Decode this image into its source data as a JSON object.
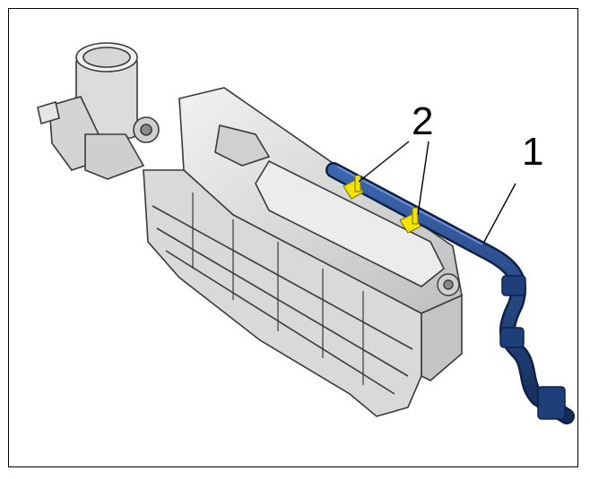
{
  "figure": {
    "callouts": [
      {
        "id": "1",
        "label": "1"
      },
      {
        "id": "2",
        "label": "2"
      }
    ]
  },
  "colors": {
    "part": "#e4e4e4",
    "part_shade": "#c8c8c8",
    "part_dark": "#9a9a9a",
    "outline": "#3a3a3a",
    "hose": "#1f3f7a",
    "hose_highlight": "#3e66b0",
    "clip": "#f2e600",
    "leader": "#000000"
  },
  "icons": {
    "canister": "activated-carbon-canister",
    "hose": "vent-hose",
    "clips": "retaining-clip"
  }
}
